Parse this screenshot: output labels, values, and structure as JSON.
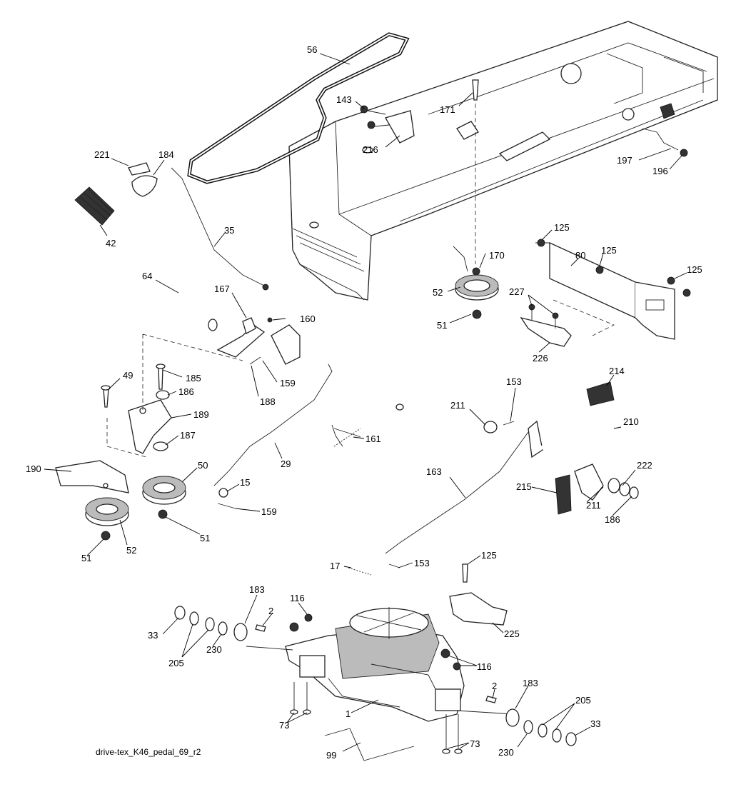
{
  "caption": "drive-tex_K46_pedal_69_r2",
  "callouts": [
    {
      "id": "c56",
      "label": "56"
    },
    {
      "id": "c143",
      "label": "143"
    },
    {
      "id": "c171",
      "label": "171"
    },
    {
      "id": "c216",
      "label": "216"
    },
    {
      "id": "c221",
      "label": "221"
    },
    {
      "id": "c184",
      "label": "184"
    },
    {
      "id": "c197",
      "label": "197"
    },
    {
      "id": "c196",
      "label": "196"
    },
    {
      "id": "c42",
      "label": "42"
    },
    {
      "id": "c35",
      "label": "35"
    },
    {
      "id": "c125a",
      "label": "125"
    },
    {
      "id": "c125b",
      "label": "125"
    },
    {
      "id": "c125c",
      "label": "125"
    },
    {
      "id": "c80",
      "label": "80"
    },
    {
      "id": "c170",
      "label": "170"
    },
    {
      "id": "c64",
      "label": "64"
    },
    {
      "id": "c52a",
      "label": "52"
    },
    {
      "id": "c227",
      "label": "227"
    },
    {
      "id": "c167",
      "label": "167"
    },
    {
      "id": "c160",
      "label": "160"
    },
    {
      "id": "c51a",
      "label": "51"
    },
    {
      "id": "c226",
      "label": "226"
    },
    {
      "id": "c49",
      "label": "49"
    },
    {
      "id": "c185",
      "label": "185"
    },
    {
      "id": "c186a",
      "label": "186"
    },
    {
      "id": "c188",
      "label": "188"
    },
    {
      "id": "c159a",
      "label": "159"
    },
    {
      "id": "c153a",
      "label": "153"
    },
    {
      "id": "c214",
      "label": "214"
    },
    {
      "id": "c211a",
      "label": "211"
    },
    {
      "id": "c189",
      "label": "189"
    },
    {
      "id": "c161",
      "label": "161"
    },
    {
      "id": "c210",
      "label": "210"
    },
    {
      "id": "c187",
      "label": "187"
    },
    {
      "id": "c190",
      "label": "190"
    },
    {
      "id": "c50",
      "label": "50"
    },
    {
      "id": "c29",
      "label": "29"
    },
    {
      "id": "c163",
      "label": "163"
    },
    {
      "id": "c222",
      "label": "222"
    },
    {
      "id": "c15",
      "label": "15"
    },
    {
      "id": "c215",
      "label": "215"
    },
    {
      "id": "c211b",
      "label": "211"
    },
    {
      "id": "c159b",
      "label": "159"
    },
    {
      "id": "c186b",
      "label": "186"
    },
    {
      "id": "c51b",
      "label": "51"
    },
    {
      "id": "c52b",
      "label": "52"
    },
    {
      "id": "c51c",
      "label": "51"
    },
    {
      "id": "c17",
      "label": "17"
    },
    {
      "id": "c153b",
      "label": "153"
    },
    {
      "id": "c125d",
      "label": "125"
    },
    {
      "id": "c183a",
      "label": "183"
    },
    {
      "id": "c116a",
      "label": "116"
    },
    {
      "id": "c2a",
      "label": "2"
    },
    {
      "id": "c33a",
      "label": "33"
    },
    {
      "id": "c225",
      "label": "225"
    },
    {
      "id": "c230a",
      "label": "230"
    },
    {
      "id": "c205a",
      "label": "205"
    },
    {
      "id": "c116b",
      "label": "116"
    },
    {
      "id": "c2b",
      "label": "2"
    },
    {
      "id": "c183b",
      "label": "183"
    },
    {
      "id": "c1",
      "label": "1"
    },
    {
      "id": "c205b",
      "label": "205"
    },
    {
      "id": "c73a",
      "label": "73"
    },
    {
      "id": "c33b",
      "label": "33"
    },
    {
      "id": "c73b",
      "label": "73"
    },
    {
      "id": "c230b",
      "label": "230"
    },
    {
      "id": "c99",
      "label": "99"
    }
  ]
}
